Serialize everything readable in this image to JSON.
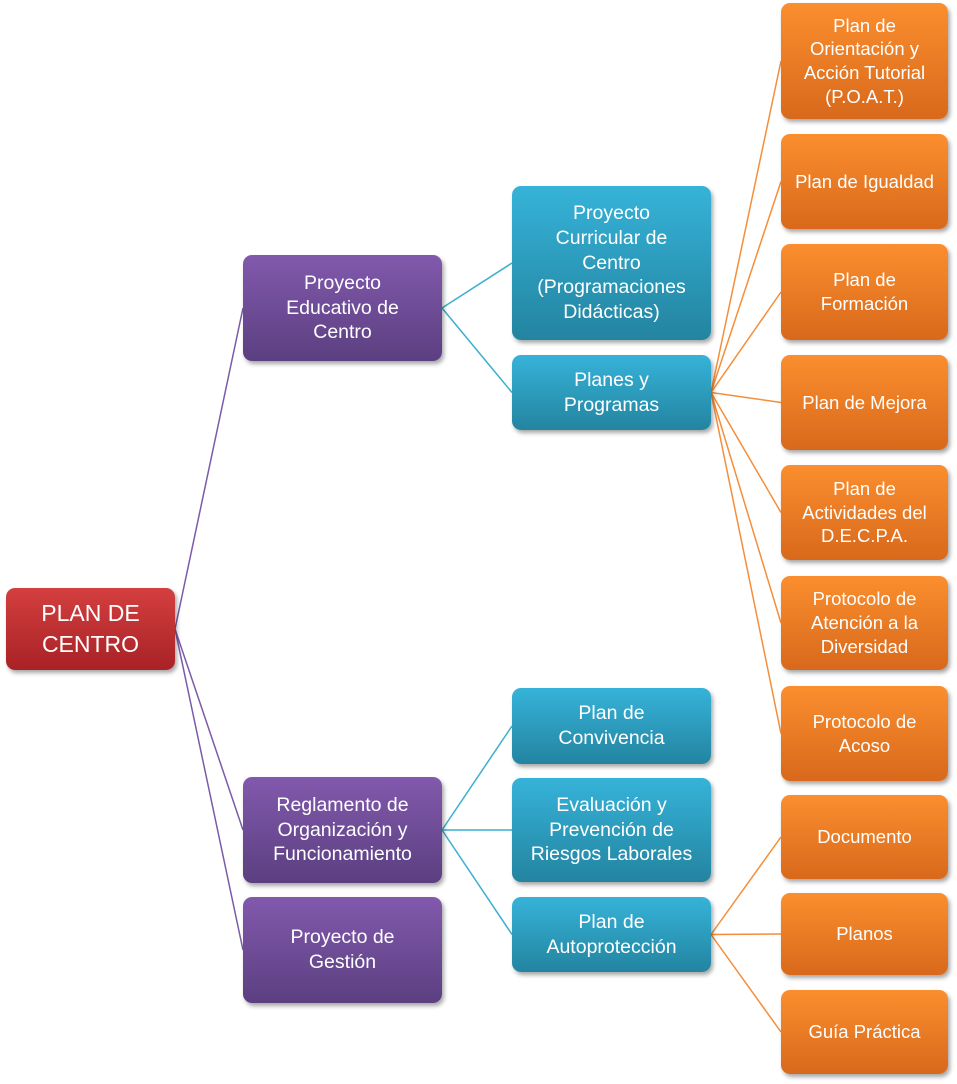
{
  "diagram": {
    "type": "hierarchy-tree",
    "colors": {
      "root": "#c0302f",
      "level1": "#7049a0",
      "level2": "#2ea4c9",
      "level3": "#f0801f",
      "connector_level1": "#7b5ba8",
      "connector_level2": "#3aafcf",
      "connector_level3": "#f58e3a"
    },
    "root": {
      "id": "plan-de-centro",
      "label": "PLAN DE\nCENTRO"
    },
    "nodes": [
      {
        "id": "proyecto-educativo",
        "label": "Proyecto\nEducativo de\nCentro",
        "level": 1,
        "parent": "plan-de-centro"
      },
      {
        "id": "reglamento-rof",
        "label": "Reglamento de\nOrganización y\nFuncionamiento",
        "level": 1,
        "parent": "plan-de-centro"
      },
      {
        "id": "proyecto-gestion",
        "label": "Proyecto de\nGestión",
        "level": 1,
        "parent": "plan-de-centro"
      },
      {
        "id": "proyecto-curricular",
        "label": "Proyecto\nCurricular de\nCentro\n(Programaciones\nDidácticas)",
        "level": 2,
        "parent": "proyecto-educativo"
      },
      {
        "id": "planes-programas",
        "label": "Planes y\nProgramas",
        "level": 2,
        "parent": "proyecto-educativo"
      },
      {
        "id": "plan-convivencia",
        "label": "Plan de\nConvivencia",
        "level": 2,
        "parent": "reglamento-rof"
      },
      {
        "id": "riesgos-laborales",
        "label": "Evaluación y\nPrevención de\nRiesgos Laborales",
        "level": 2,
        "parent": "reglamento-rof"
      },
      {
        "id": "plan-autoproteccion",
        "label": "Plan de\nAutoprotección",
        "level": 2,
        "parent": "reglamento-rof"
      },
      {
        "id": "poat",
        "label": "Plan de\nOrientación y\nAcción Tutorial\n(P.O.A.T.)",
        "level": 3,
        "parent": "planes-programas"
      },
      {
        "id": "plan-igualdad",
        "label": "Plan de Igualdad",
        "level": 3,
        "parent": "planes-programas"
      },
      {
        "id": "plan-formacion",
        "label": "Plan de\nFormación",
        "level": 3,
        "parent": "planes-programas"
      },
      {
        "id": "plan-mejora",
        "label": "Plan de Mejora",
        "level": 3,
        "parent": "planes-programas"
      },
      {
        "id": "plan-actividades",
        "label": "Plan de\nActividades del\nD.E.C.P.A.",
        "level": 3,
        "parent": "planes-programas"
      },
      {
        "id": "protocolo-diversidad",
        "label": "Protocolo de\nAtención a la\nDiversidad",
        "level": 3,
        "parent": "planes-programas"
      },
      {
        "id": "protocolo-acoso",
        "label": "Protocolo de\nAcoso",
        "level": 3,
        "parent": "planes-programas"
      },
      {
        "id": "documento",
        "label": "Documento",
        "level": 3,
        "parent": "plan-autoproteccion"
      },
      {
        "id": "planos",
        "label": "Planos",
        "level": 3,
        "parent": "plan-autoproteccion"
      },
      {
        "id": "guia-practica",
        "label": "Guía Práctica",
        "level": 3,
        "parent": "plan-autoproteccion"
      }
    ]
  }
}
